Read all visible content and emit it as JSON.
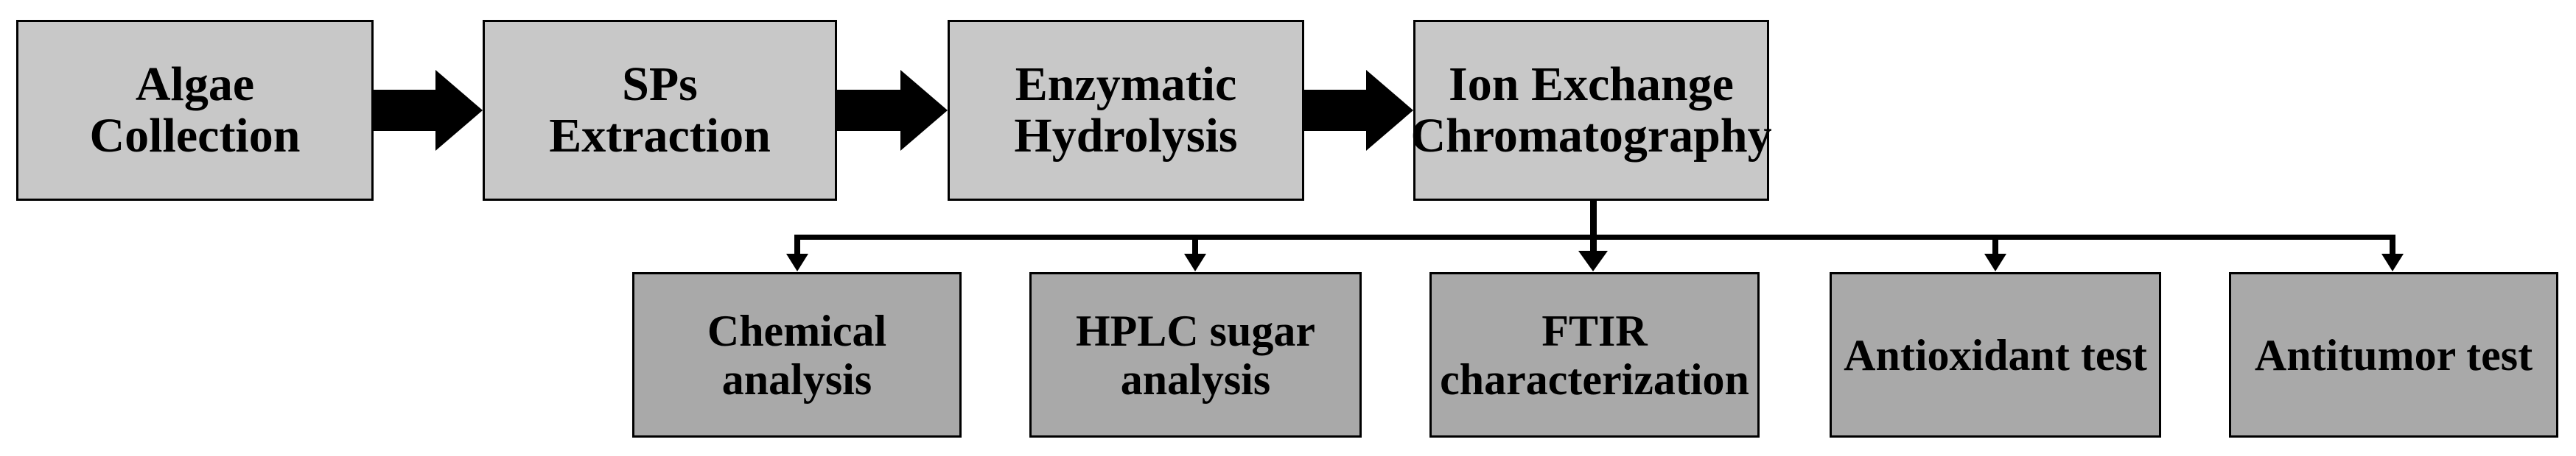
{
  "colors": {
    "background": "#ffffff",
    "top_box_fill": "#c8c8c8",
    "bottom_box_fill": "#a9a9a9",
    "box_border": "#000000",
    "arrow": "#000000",
    "text": "#000000"
  },
  "flow": {
    "top_steps": [
      {
        "label": "Algae\nCollection"
      },
      {
        "label": "SPs\nExtraction"
      },
      {
        "label": "Enzymatic\nHydrolysis"
      },
      {
        "label": "Ion Exchange\nChromatography"
      }
    ],
    "bottom_steps": [
      {
        "label": "Chemical\nanalysis"
      },
      {
        "label": "HPLC sugar\nanalysis"
      },
      {
        "label": "FTIR\ncharacterization"
      },
      {
        "label": "Antioxidant test"
      },
      {
        "label": "Antitumor test"
      }
    ]
  }
}
